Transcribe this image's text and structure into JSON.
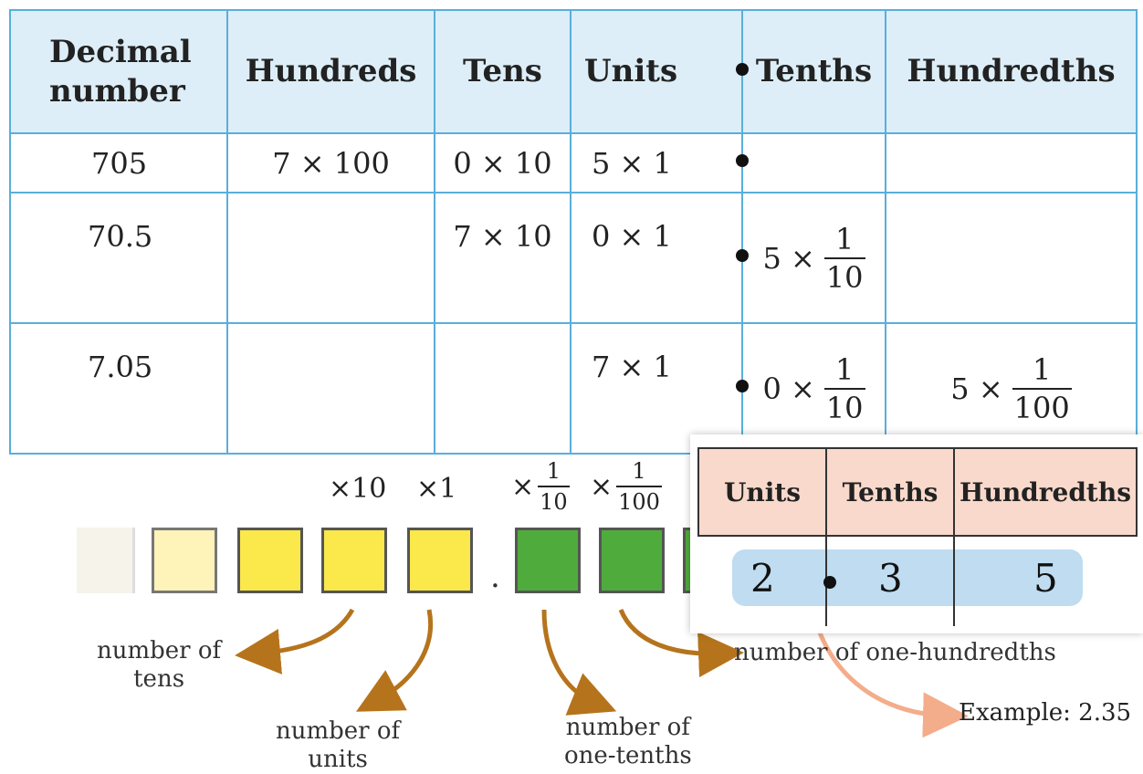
{
  "table": {
    "headers": [
      "Decimal number",
      "Hundreds",
      "Tens",
      "Units",
      "Tenths",
      "Hundredths"
    ],
    "rows": [
      {
        "decimal": "705",
        "hundreds": "7 × 100",
        "tens": "0 × 10",
        "units": "5 × 1",
        "tenths": "",
        "hundredths": ""
      },
      {
        "decimal": "70.5",
        "hundreds": "",
        "tens": "7 × 10",
        "units": "0 × 1",
        "tenths_coef": "5 ×",
        "tenths_num": "1",
        "tenths_den": "10",
        "hundredths": ""
      },
      {
        "decimal": "7.05",
        "hundreds": "",
        "tens": "",
        "units": "7 × 1",
        "tenths_coef": "0 ×",
        "tenths_num": "1",
        "tenths_den": "10",
        "hundredths_coef": "5 ×",
        "hundredths_num": "1",
        "hundredths_den": "100"
      }
    ]
  },
  "diagram": {
    "multipliers": {
      "tens": "×10",
      "units": "×1",
      "tenths_sign": "×",
      "tenths_num": "1",
      "tenths_den": "10",
      "hundredths_sign": "×",
      "hundredths_num": "1",
      "hundredths_den": "100"
    },
    "decimal_point": ".",
    "labels": {
      "tens": [
        "number of",
        "tens"
      ],
      "units": [
        "number of",
        "units"
      ],
      "tenths": [
        "number of",
        "one-tenths"
      ],
      "hundredths": "number of one-hundredths"
    },
    "colors": {
      "faded": "#f6f4ea",
      "pale_yellow": "#fef3b8",
      "yellow": "#fbe84a",
      "green": "#4fac3c",
      "arrow": "#b5741c"
    }
  },
  "inset": {
    "headers": [
      "Units",
      "Tenths",
      "Hundredths"
    ],
    "digits": [
      "2",
      "3",
      "5"
    ],
    "example": "Example: 2.35",
    "arrow_color": "#f3ad8a"
  }
}
